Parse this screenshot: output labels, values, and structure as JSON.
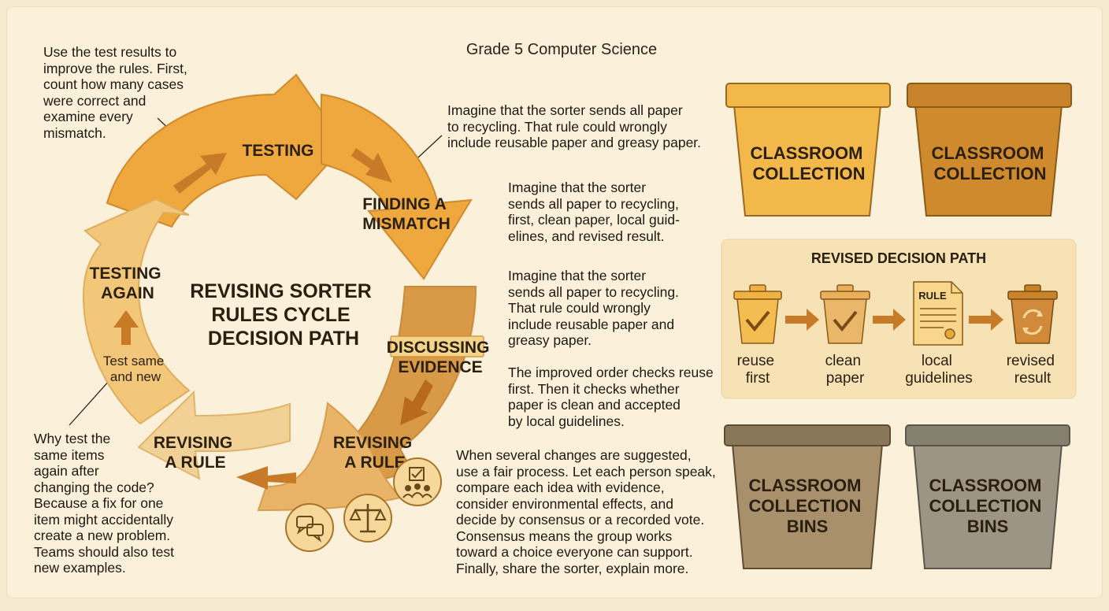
{
  "header": {
    "title": "Grade 5 Computer Science"
  },
  "cycle": {
    "title_lines": [
      "REVISING SORTER",
      "RULES CYCLE",
      "DECISION PATH"
    ],
    "stages": {
      "testing": [
        "TESTING"
      ],
      "finding": [
        "FINDING A",
        "MISMATCH"
      ],
      "discussing": [
        "DISCUSSING",
        "EVIDENCE"
      ],
      "revising_right": [
        "REVISING",
        "A RULE"
      ],
      "revising_left": [
        "REVISING",
        "A RULE"
      ],
      "testing_again": [
        "TESTING",
        "AGAIN"
      ]
    },
    "test_same_lines": [
      "Test same",
      "and new"
    ]
  },
  "notes": {
    "top_left": [
      "Use the test results to",
      "improve the rules. First,",
      "count how many cases",
      "were correct and",
      "examine every",
      "mismatch."
    ],
    "top_center": [
      "Imagine that the sorter sends all paper",
      "to recycling. That rule could wrongly",
      "include reusable paper and greasy paper."
    ],
    "mid_1": [
      "Imagine that the sorter",
      "sends all paper to recycling,",
      "first, clean paper, local guid-",
      "elines, and revised result."
    ],
    "mid_2": [
      "Imagine that the sorter",
      "sends all paper to recycling.",
      "That rule could wrongly",
      "include reusable paper and",
      "greasy paper."
    ],
    "mid_3": [
      "The improved order checks reuse",
      "first. Then it checks whether",
      "paper is clean and accepted",
      "by local guidelines."
    ],
    "bottom_center": [
      "When several changes are suggested,",
      "use a fair process. Let each person speak,",
      "compare each idea with evidence,",
      "consider environmental effects, and",
      "decide by consensus or a recorded vote.",
      "Consensus means the group works",
      "toward a choice everyone can support.",
      "Finally, share the sorter, explain more."
    ],
    "bottom_left": [
      "Why test the",
      "same items",
      "again after",
      "changing the code?",
      "Because a fix for one",
      "item might accidentally",
      "create a new problem.",
      "Teams should also test",
      "new examples."
    ]
  },
  "bins": {
    "top_left": {
      "lines": [
        "CLASSROOM",
        "COLLECTION"
      ],
      "color": "#f2b84a"
    },
    "top_right": {
      "lines": [
        "CLASSROOM",
        "COLLECTION"
      ],
      "color": "#d08a2e"
    },
    "bottom_left": {
      "lines": [
        "CLASSROOM",
        "COLLECTION",
        "BINS"
      ],
      "color": "#a8906c"
    },
    "bottom_right": {
      "lines": [
        "CLASSROOM",
        "COLLECTION",
        "BINS"
      ],
      "color": "#9c9484"
    }
  },
  "decision_path": {
    "title": "REVISED DECISION PATH",
    "rule_doc_label": "RULE",
    "steps": [
      {
        "lines": [
          "reuse",
          "first"
        ],
        "icon": "bin-check-icon"
      },
      {
        "lines": [
          "clean",
          "paper"
        ],
        "icon": "bin-check-icon"
      },
      {
        "lines": [
          "local",
          "guidelines"
        ],
        "icon": "rule-document-icon"
      },
      {
        "lines": [
          "revised",
          "result"
        ],
        "icon": "bin-recycle-icon"
      }
    ]
  },
  "colors": {
    "arrow_light": "#f3c77a",
    "arrow_mid": "#eea83e",
    "arrow_dark": "#d99a48",
    "arrow_pale": "#f2d196",
    "panel": "#f6e2b4",
    "inner_arrow": "#c77a28"
  }
}
